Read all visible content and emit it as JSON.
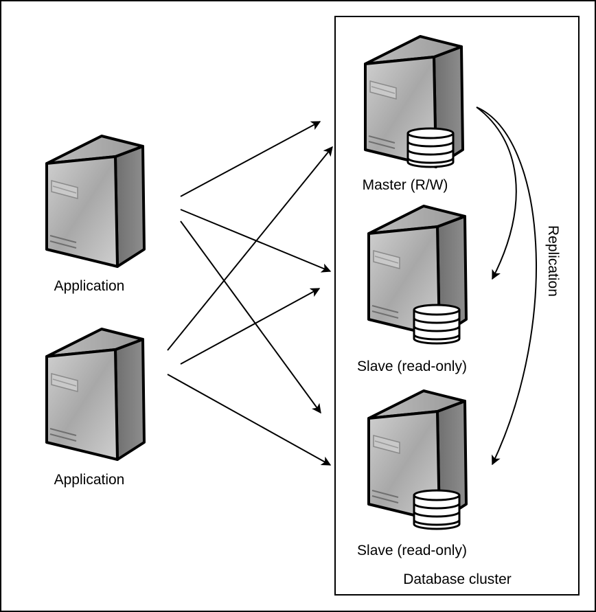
{
  "diagram": {
    "cluster": {
      "label": "Database cluster"
    },
    "nodes": [
      {
        "id": "app1",
        "type": "application-server",
        "label": "Application"
      },
      {
        "id": "app2",
        "type": "application-server",
        "label": "Application"
      },
      {
        "id": "master",
        "type": "database-server",
        "label": "Master (R/W)"
      },
      {
        "id": "slave1",
        "type": "database-server",
        "label": "Slave (read-only)"
      },
      {
        "id": "slave2",
        "type": "database-server",
        "label": "Slave (read-only)"
      }
    ],
    "edges": [
      {
        "from": "app1",
        "to": "master"
      },
      {
        "from": "app1",
        "to": "slave1"
      },
      {
        "from": "app1",
        "to": "slave2"
      },
      {
        "from": "app2",
        "to": "master"
      },
      {
        "from": "app2",
        "to": "slave1"
      },
      {
        "from": "app2",
        "to": "slave2"
      }
    ],
    "replication": {
      "label": "Replication",
      "from": "master",
      "to": [
        "slave1",
        "slave2"
      ]
    },
    "colors": {
      "server_front": "#a9a9a9",
      "server_side": "#7a7a7a",
      "outline": "#000000",
      "disk": "#ffffff"
    }
  }
}
